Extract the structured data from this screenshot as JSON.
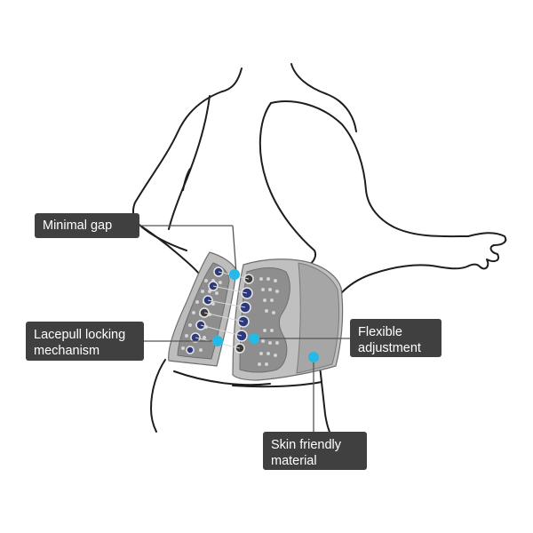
{
  "figure": {
    "subject": "back-support-belt",
    "colors": {
      "outline": "#1e1e1e",
      "belt_body": "#bdbdbd",
      "belt_panel": "#8e8e8e",
      "pad_mesh": "#c9c9c9",
      "lace_knob": "#2c3a7a",
      "dot": "#25b9e6",
      "callout_bg": "#404040",
      "callout_text": "#ffffff"
    }
  },
  "callouts": {
    "minimal_gap": {
      "lines": [
        "Minimal gap"
      ]
    },
    "lacepull": {
      "lines": [
        "Lacepull locking",
        "mechanism"
      ]
    },
    "flexible": {
      "lines": [
        "Flexible",
        "adjustment"
      ]
    },
    "skin": {
      "lines": [
        "Skin friendly",
        "material"
      ]
    }
  }
}
